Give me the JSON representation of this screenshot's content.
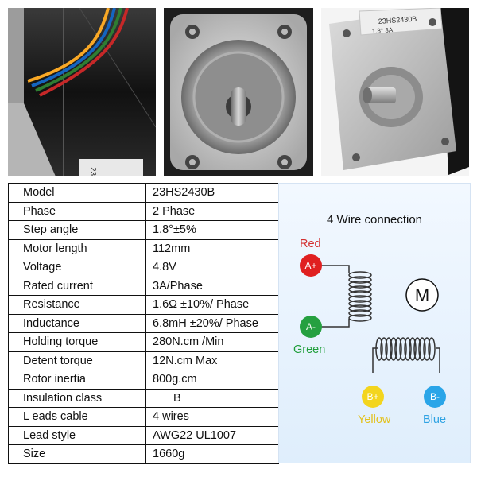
{
  "photos": {
    "front_label": {
      "model": "23HS2430B",
      "rating": "1.8°  3A"
    }
  },
  "spec_table": [
    {
      "key": "Model",
      "value": "23HS2430B"
    },
    {
      "key": "Phase",
      "value": "2 Phase"
    },
    {
      "key": "Step angle",
      "value": "1.8°±5%"
    },
    {
      "key": "Motor length",
      "value": "112mm"
    },
    {
      "key": "Voltage",
      "value": "4.8V"
    },
    {
      "key": "Rated current",
      "value": "3A/Phase"
    },
    {
      "key": "Resistance",
      "value": "1.6Ω ±10%/ Phase"
    },
    {
      "key": "Inductance",
      "value": "6.8mH ±20%/ Phase"
    },
    {
      "key": "Holding torque",
      "value": "280N.cm /Min"
    },
    {
      "key": "Detent torque",
      "value": "12N.cm Max"
    },
    {
      "key": "Rotor inertia",
      "value": "800g.cm"
    },
    {
      "key": "Insulation class",
      "value": "B"
    },
    {
      "key": "L eads cable",
      "value": "4 wires"
    },
    {
      "key": "Lead style",
      "value": "AWG22 UL1007"
    },
    {
      "key": "Size",
      "value": "1660g"
    }
  ],
  "wiring": {
    "title": "4 Wire connection",
    "motor_symbol": "M",
    "terminals": {
      "a_plus": {
        "label": "A+",
        "color_name": "Red",
        "color": "#e02020"
      },
      "a_minus": {
        "label": "A-",
        "color_name": "Green",
        "color": "#25a040"
      },
      "b_plus": {
        "label": "B+",
        "color_name": "Yellow",
        "color": "#f3d51e"
      },
      "b_minus": {
        "label": "B-",
        "color_name": "Blue",
        "color": "#2aa5e8"
      }
    }
  }
}
